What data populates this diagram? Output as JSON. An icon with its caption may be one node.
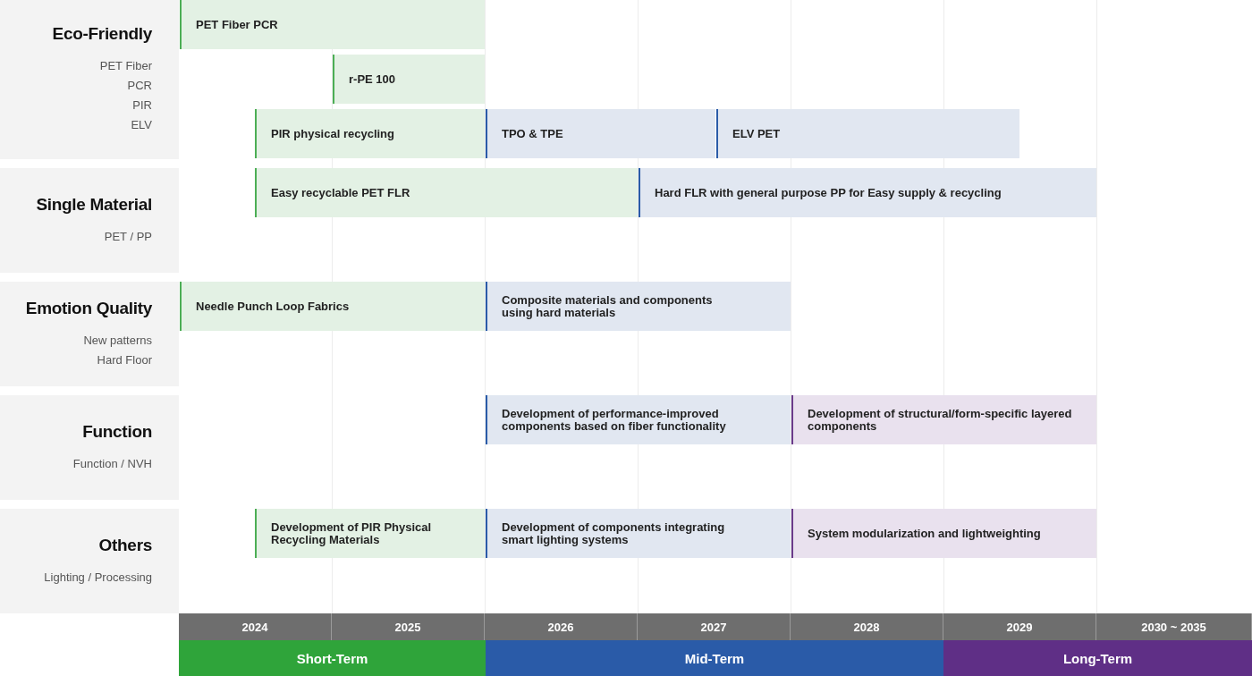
{
  "diagram": {
    "nodes": [
      {
        "text": [
          "Eco-Friendly",
          "PET Fiber",
          "PCR",
          "PIR",
          "ELV"
        ]
      },
      {
        "text": [
          "PET Fiber PCR"
        ]
      },
      {
        "text": [
          "r-PE 100"
        ]
      },
      {
        "text": [
          "PIR physical recycling"
        ]
      },
      {
        "text": [
          "TPO & TPE"
        ]
      },
      {
        "text": [
          "ELV PET"
        ]
      },
      {
        "text": [
          "Single Material",
          "PET / PP"
        ]
      },
      {
        "text": [
          "Easy recyclable PET FLR"
        ]
      },
      {
        "text": [
          "Hard FLR with general purpose PP for Easy supply & recycling"
        ]
      },
      {
        "text": [
          "Emotion Quality",
          "New patterns",
          "Hard Floor"
        ]
      },
      {
        "text": [
          "Needle Punch Loop Fabrics"
        ]
      },
      {
        "text": [
          "Composite materials and components using hard materials"
        ]
      },
      {
        "text": [
          "Function",
          "Function / NVH"
        ]
      },
      {
        "text": [
          "Development of performance-improved components based on fiber functionality"
        ]
      },
      {
        "text": [
          "Development of structural/form-specific layered components"
        ]
      },
      {
        "text": [
          "Others",
          "Lighting / Processing"
        ]
      },
      {
        "text": [
          "Development of PIR Physical Recycling Materials"
        ]
      },
      {
        "text": [
          "Development of components integrating smart lighting systems"
        ]
      },
      {
        "text": [
          "System modularization and lightweighting"
        ]
      },
      {
        "text": [
          "2024"
        ]
      },
      {
        "text": [
          "2025"
        ]
      },
      {
        "text": [
          "2026"
        ]
      },
      {
        "text": [
          "2027"
        ]
      },
      {
        "text": [
          "2028"
        ]
      },
      {
        "text": [
          "2029"
        ]
      },
      {
        "text": [
          "2030 ~ 2035"
        ]
      },
      {
        "text": [
          "Short-Term"
        ]
      },
      {
        "text": [
          "Mid-Term"
        ]
      },
      {
        "text": [
          "Long-Term"
        ]
      }
    ]
  }
}
